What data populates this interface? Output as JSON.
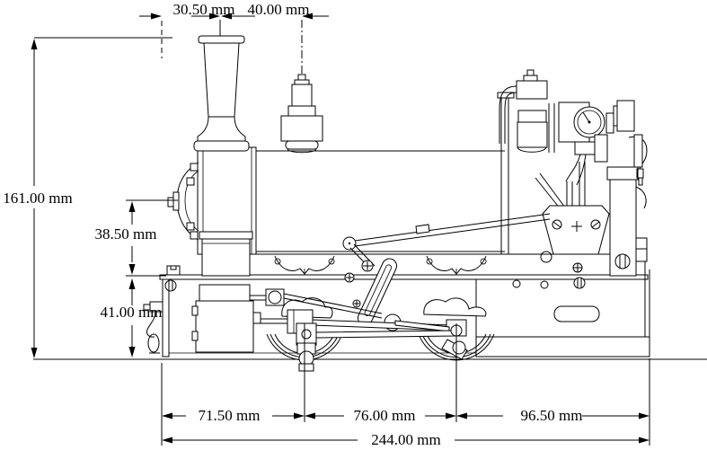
{
  "page": {
    "background": "#ffffff",
    "ink": "#000000"
  },
  "drawing": {
    "type": "technical-drawing",
    "subject": "model steam locomotive side elevation with dimensions",
    "unit": "mm",
    "dimensions": {
      "top": [
        {
          "id": "chimney-centre-offset",
          "label": "30.50 mm"
        },
        {
          "id": "safety-valve-offset",
          "label": "40.00 mm"
        }
      ],
      "left": [
        {
          "id": "overall-height",
          "label": "161.00 mm"
        },
        {
          "id": "smokebox-door-centre-height",
          "label": "38.50 mm"
        },
        {
          "id": "footplate-height",
          "label": "41.00 mm"
        }
      ],
      "bottom": [
        {
          "id": "front-overhang",
          "label": "71.50 mm"
        },
        {
          "id": "wheelbase",
          "label": "76.00 mm"
        },
        {
          "id": "rear-overhang",
          "label": "96.50 mm"
        },
        {
          "id": "overall-length",
          "label": "244.00 mm"
        }
      ]
    }
  }
}
